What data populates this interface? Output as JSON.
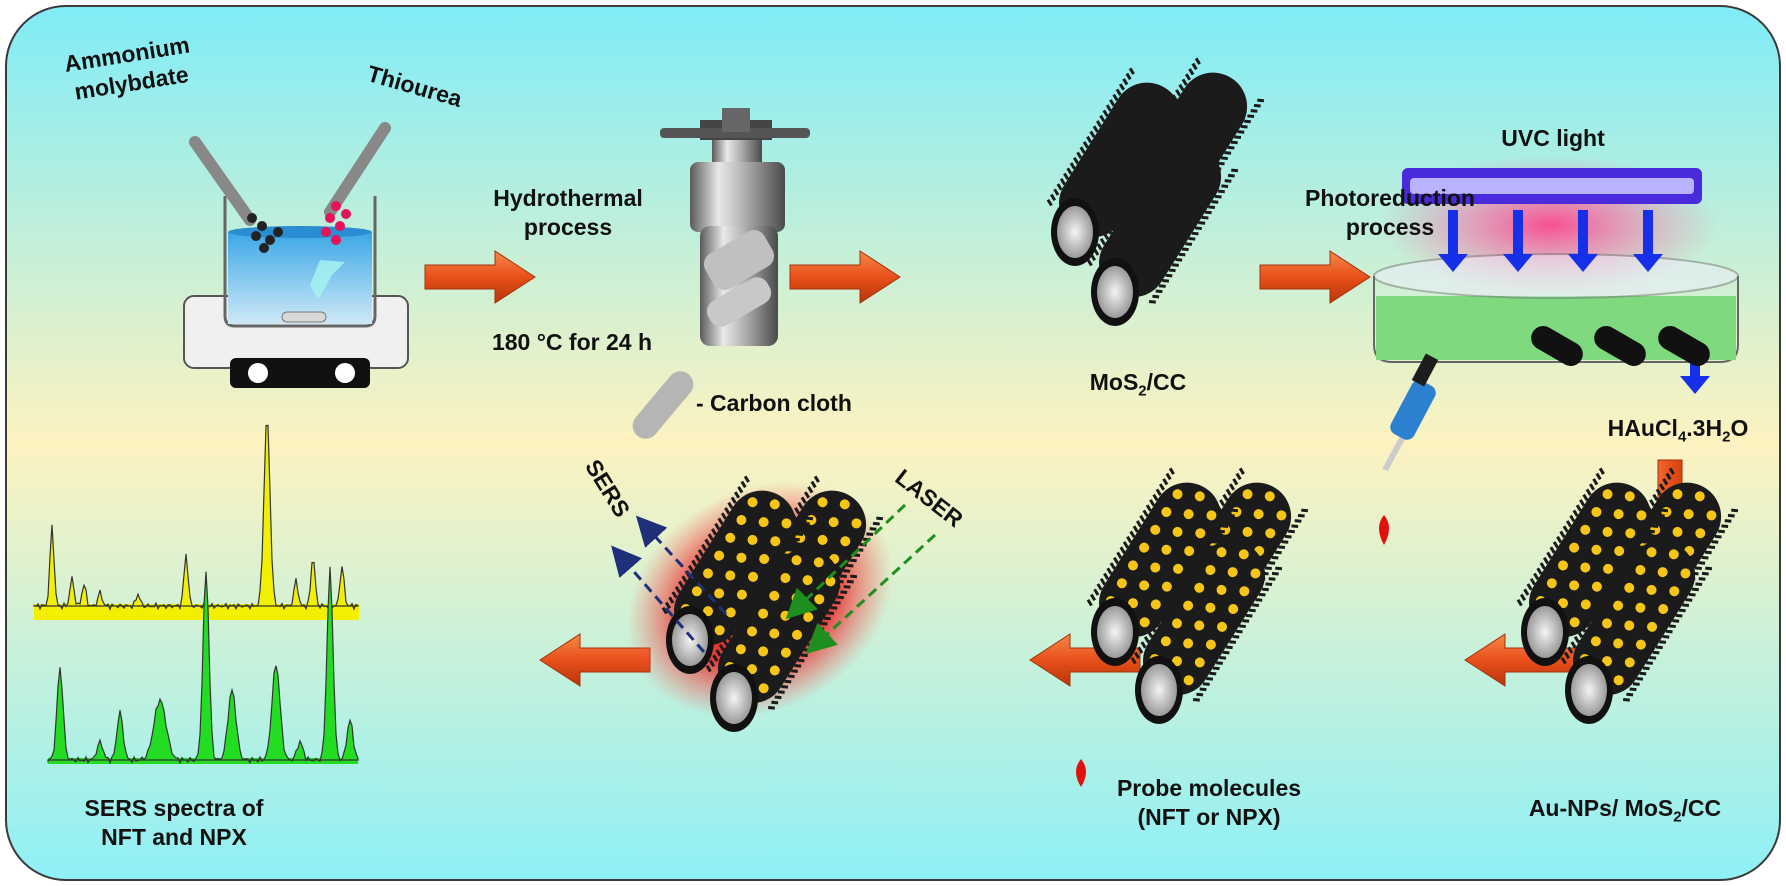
{
  "labels": {
    "ammonium_1": "Ammonium",
    "ammonium_2": "molybdate",
    "thiourea": "Thiourea",
    "hydro_1": "Hydrothermal",
    "hydro_2": "process",
    "hydro_cond": "180 °C for 24 h",
    "carbon_cloth": "- Carbon cloth",
    "mos2_main": "MoS",
    "mos2_sub": "2",
    "mos2_tail": "/CC",
    "photo_1": "Photoreduction",
    "photo_2": "process",
    "uvc": "UVC light",
    "hau_a": "HAuCl",
    "hau_sub1": "4",
    "hau_b": ".3H",
    "hau_sub2": "2",
    "hau_c": "O",
    "aunp_a": "Au-NPs/ MoS",
    "aunp_sub": "2",
    "aunp_b": "/CC",
    "probe_1": "Probe molecules",
    "probe_2": "(NFT or NPX)",
    "sers": "SERS",
    "laser": "LASER",
    "spectra_1": "SERS spectra of",
    "spectra_2": "NFT and NPX"
  },
  "colors": {
    "bg_top": "#7fecf7",
    "bg_mid": "#fdf2c0",
    "bg_bottom": "#8ef0f6",
    "arrow": "#e8501a",
    "rod": "#1b1b1b",
    "au": "#f5c518",
    "spectrum_top": "#f2f000",
    "spectrum_bottom": "#22dd22",
    "sers_arrow": "#1f2f7a",
    "laser_arrow": "#1e8f1e",
    "uv_arrow": "#1530e8",
    "probe_drop": "#e31010"
  },
  "icons": [
    "beaker-icon",
    "autoclave-icon",
    "carbon-cloth-icon",
    "uv-lamp-icon",
    "pipette-icon",
    "droplet-icon"
  ]
}
